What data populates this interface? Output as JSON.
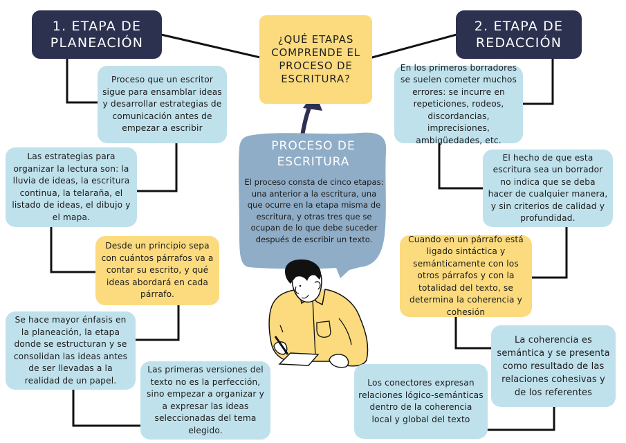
{
  "colors": {
    "dark_navy": "#2c3150",
    "light_blue": "#bfe1ec",
    "yellow": "#fbdb7e",
    "bubble_blue": "#8fadc7",
    "line": "#111111"
  },
  "center": {
    "question": "¿QUÉ ETAPAS COMPRENDE EL PROCESO DE ESCRITURA?",
    "bubble_title": "PROCESO DE ESCRITURA",
    "bubble_body": "El proceso consta de cinco etapas: una anterior a la escritura, una que ocurre en la etapa misma de escritura, y otras tres que se ocupan de lo que debe suceder después de escribir un texto.",
    "illustration": "man-writing-illustration"
  },
  "left": {
    "header": "1. ETAPA DE PLANEACIÓN",
    "nodes": [
      {
        "text": "Proceso que un escritor sigue para ensamblar ideas y desarrollar estrategias de comunicación antes de empezar a escribir",
        "color": "blue"
      },
      {
        "text": "Las estrategias para organizar la lectura son:  la lluvia de ideas, la escritura continua, la telaraña, el listado de ideas, el dibujo y el mapa.",
        "color": "blue"
      },
      {
        "text": "Desde un principio sepa con cuántos párrafos va a contar su escrito, y qué ideas abordará en cada párrafo.",
        "color": "yellow"
      },
      {
        "text": "Se hace mayor énfasis en la planeación, la etapa donde se estructuran y se consolidan las ideas antes de ser llevadas a la realidad de un papel.",
        "color": "blue"
      },
      {
        "text": "Las primeras versiones del texto no es la perfección, sino empezar a organizar y a expresar las ideas seleccionadas del tema elegido.",
        "color": "blue"
      }
    ]
  },
  "right": {
    "header": "2. ETAPA DE REDACCIÓN",
    "nodes": [
      {
        "text": "En los primeros borradores se suelen cometer muchos errores: se incurre en repeticiones, rodeos, discordancias, imprecisiones, ambigüedades, etc.",
        "color": "blue"
      },
      {
        "text": "El hecho de que esta escritura sea un borrador no indica que se deba hacer de cualquier manera, y sin criterios de calidad y profundidad.",
        "color": "blue"
      },
      {
        "text": "Cuando en un párrafo está ligado sintáctica y semánticamente con los otros párrafos y con la totalidad del texto, se determina la coherencia y cohesión",
        "color": "yellow"
      },
      {
        "text": "La coherencia es semántica y se presenta como resultado de las relaciones cohesivas y de los referentes",
        "color": "blue"
      },
      {
        "text": "Los conectores expresan relaciones lógico-semánticas dentro de la coherencia local y global del texto",
        "color": "blue"
      }
    ]
  }
}
